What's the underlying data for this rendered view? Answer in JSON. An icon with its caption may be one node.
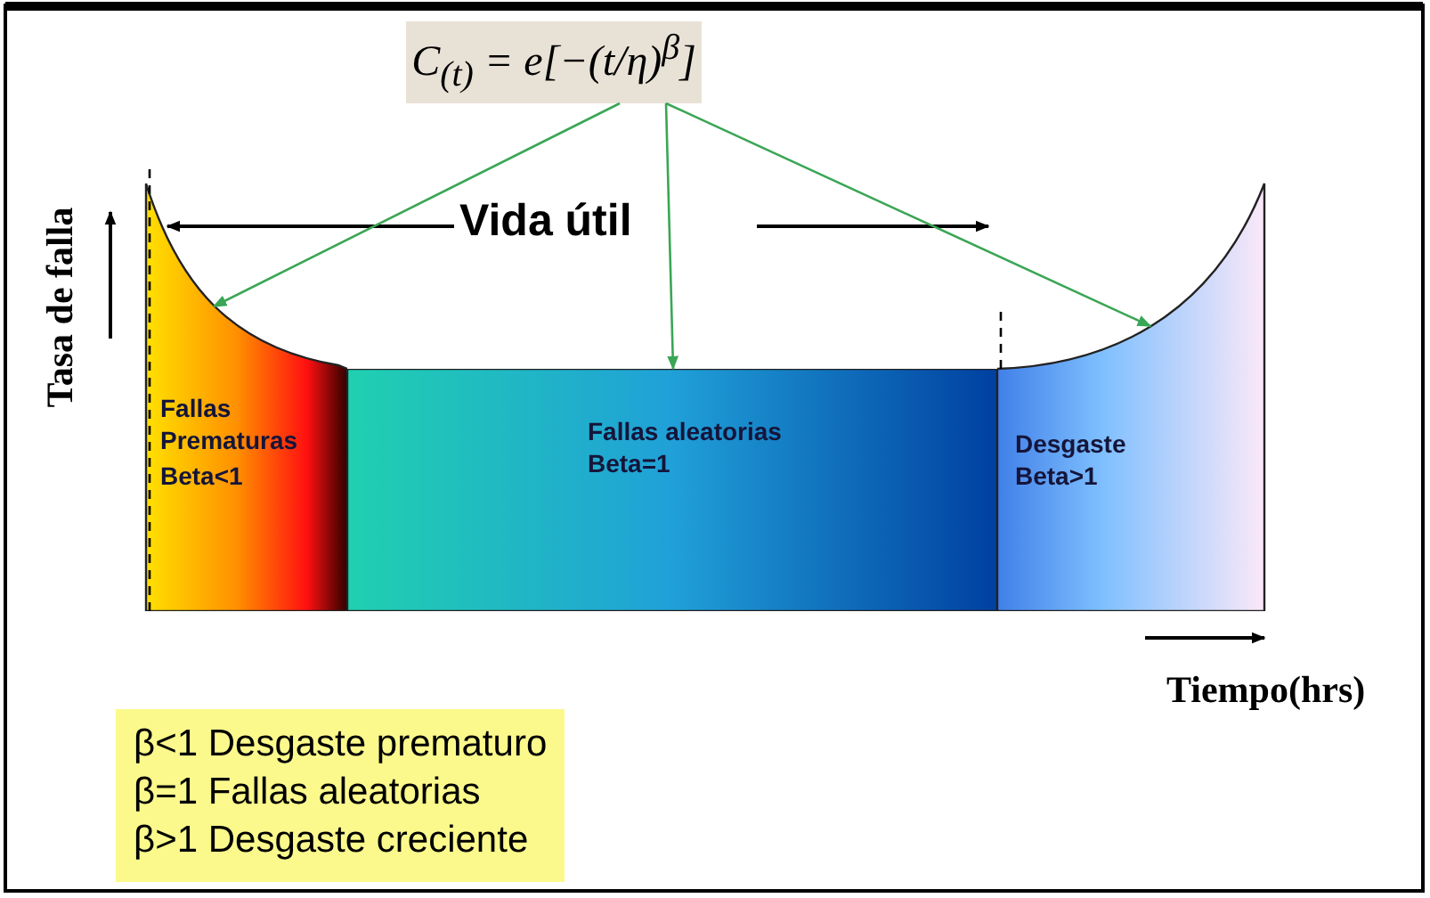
{
  "diagram": {
    "nodes": [
      {
        "text": [
          "C$_{(t)}$ = e[−(t/η)$^{β}$]"
        ]
      },
      {
        "text": [
          "Fallas Prematuras",
          "Beta<1"
        ]
      },
      {
        "text": [
          "Fallas aleatorias",
          "Beta=1"
        ]
      },
      {
        "text": [
          "Desgaste",
          "Beta>1"
        ]
      },
      {
        "text": [
          "β<1 Desgaste prematuro",
          "β=1 Fallas aleatorias",
          "β>1 Desgaste creciente"
        ]
      }
    ],
    "edges": [
      {
        "from": 0,
        "to": 1,
        "arrow": "to"
      },
      {
        "from": 0,
        "to": 2,
        "arrow": "to"
      },
      {
        "from": 0,
        "to": 3,
        "arrow": "to"
      }
    ],
    "labels": [
      "Vida útil",
      "Tasa de falla",
      "Tiempo(hrs)"
    ]
  }
}
